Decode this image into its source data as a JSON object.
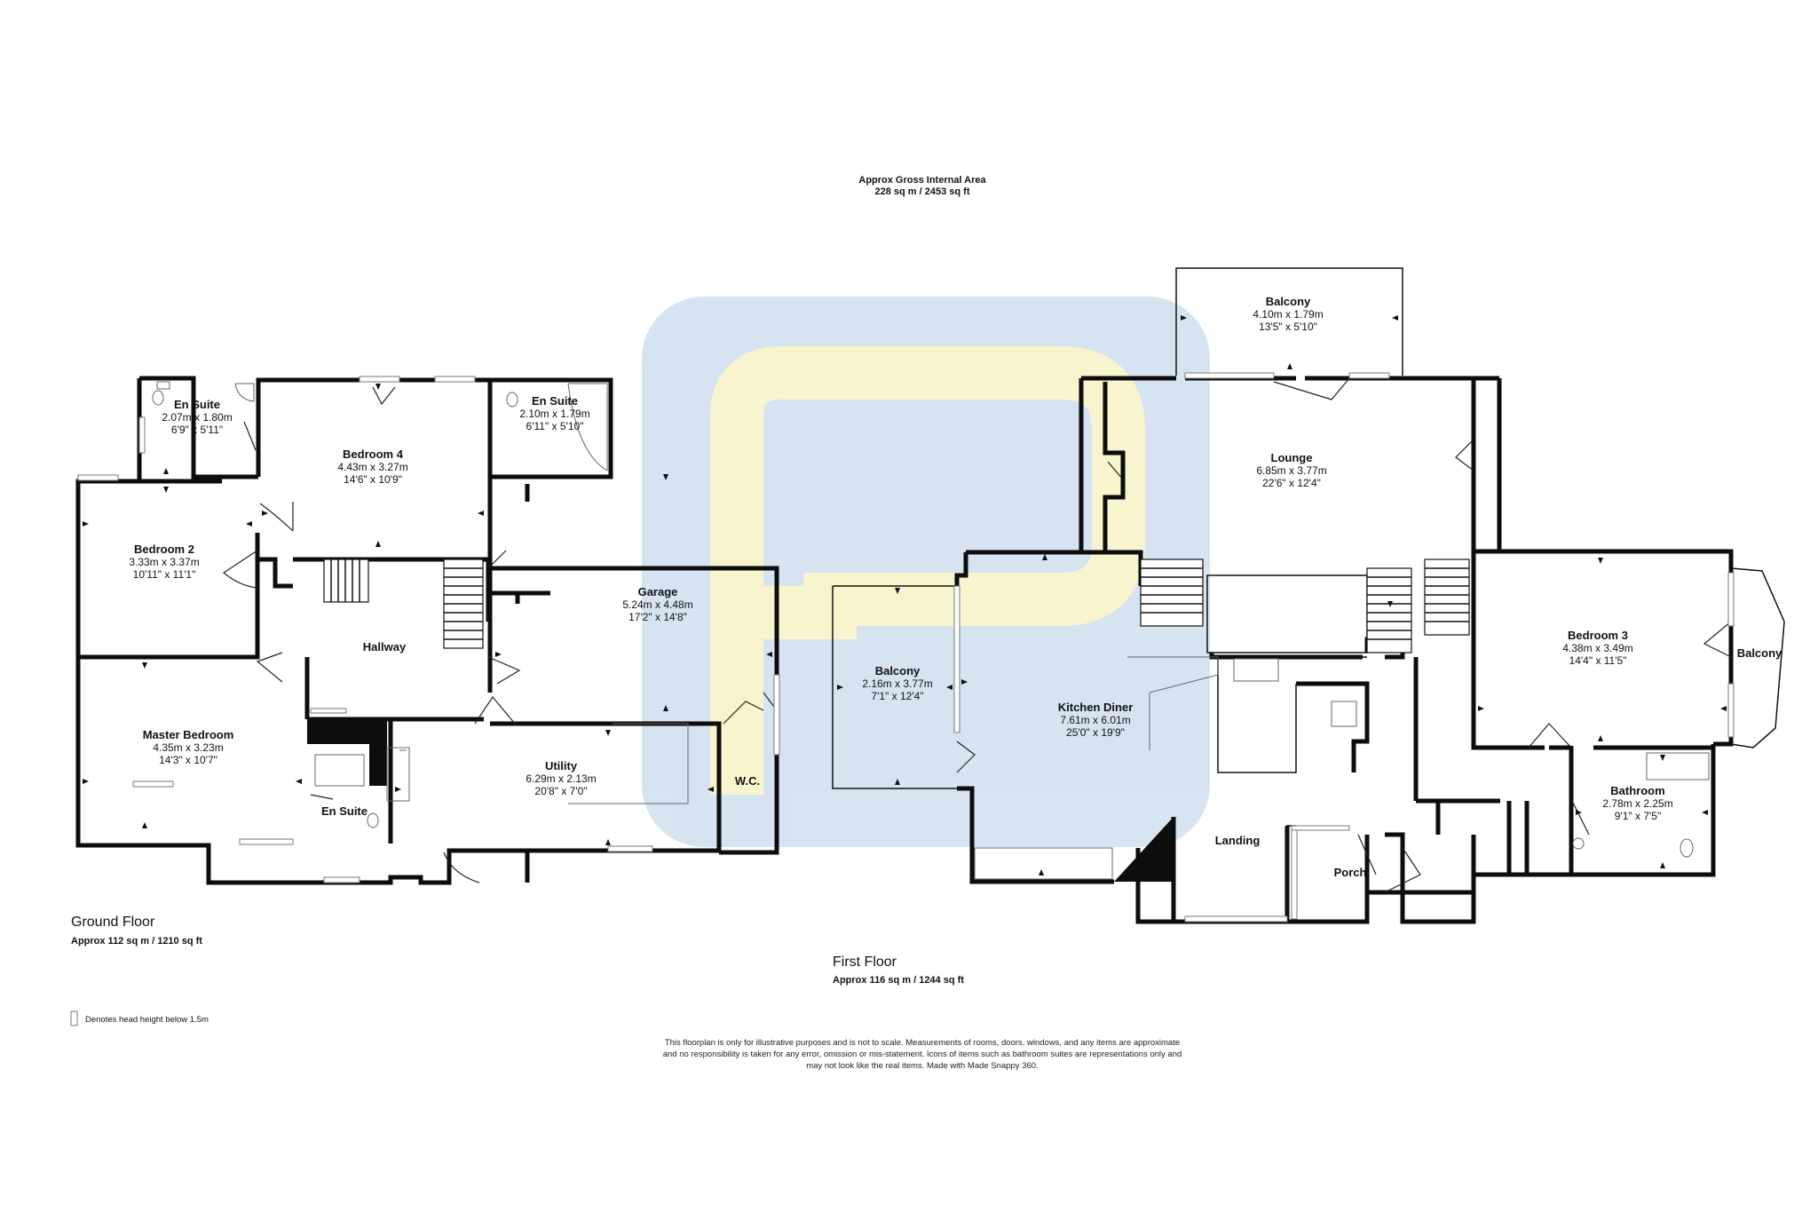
{
  "header": {
    "title": "Approx Gross Internal Area",
    "area": "228 sq m / 2453 sq ft"
  },
  "floors": [
    {
      "title": "Ground Floor",
      "area": "Approx 112 sq m / 1210 sq ft"
    },
    {
      "title": "First Floor",
      "area": "Approx 116 sq m / 1244 sq ft"
    }
  ],
  "rooms": {
    "ground": [
      {
        "name": "En Suite",
        "metric": "2.07m x 1.80m",
        "imperial": "6'9\" x 5'11\""
      },
      {
        "name": "Bedroom 4",
        "metric": "4.43m x 3.27m",
        "imperial": "14'6\" x 10'9\""
      },
      {
        "name": "En Suite",
        "metric": "2.10m x 1.79m",
        "imperial": "6'11\" x 5'10\""
      },
      {
        "name": "Bedroom 2",
        "metric": "3.33m x 3.37m",
        "imperial": "10'11\" x 11'1\""
      },
      {
        "name": "Garage",
        "metric": "5.24m x 4.48m",
        "imperial": "17'2\" x 14'8\""
      },
      {
        "name": "Hallway",
        "metric": "",
        "imperial": ""
      },
      {
        "name": "Master Bedroom",
        "metric": "4.35m x 3.23m",
        "imperial": "14'3\" x 10'7\""
      },
      {
        "name": "Utility",
        "metric": "6.29m x 2.13m",
        "imperial": "20'8\" x 7'0\""
      },
      {
        "name": "En Suite",
        "metric": "",
        "imperial": ""
      },
      {
        "name": "W.C.",
        "metric": "",
        "imperial": ""
      }
    ],
    "first": [
      {
        "name": "Balcony",
        "metric": "4.10m x 1.79m",
        "imperial": "13'5\" x 5'10\""
      },
      {
        "name": "Lounge",
        "metric": "6.85m x 3.77m",
        "imperial": "22'6\" x 12'4\""
      },
      {
        "name": "Balcony",
        "metric": "2.16m x 3.77m",
        "imperial": "7'1\" x 12'4\""
      },
      {
        "name": "Kitchen Diner",
        "metric": "7.61m x 6.01m",
        "imperial": "25'0\" x 19'9\""
      },
      {
        "name": "Bedroom 3",
        "metric": "4.38m x 3.49m",
        "imperial": "14'4\" x 11'5\""
      },
      {
        "name": "Balcony",
        "metric": "",
        "imperial": ""
      },
      {
        "name": "Bathroom",
        "metric": "2.78m x 2.25m",
        "imperial": "9'1\" x 7'5\""
      },
      {
        "name": "Landing",
        "metric": "",
        "imperial": ""
      },
      {
        "name": "Porch",
        "metric": "",
        "imperial": ""
      }
    ]
  },
  "legend": {
    "text": "Denotes head height below 1.5m"
  },
  "disclaimer": [
    "This floorplan is only for illustrative purposes and is not to scale. Measurements of rooms, doors, windows, and any items are approximate",
    "and no responsibility is taken for any error, omission or mis-statement. Icons of items such as bathroom suites are representations only and",
    "may not look like the real items. Made with Made Snappy 360."
  ],
  "colors": {
    "watermark_blue": "#cfe0ef",
    "watermark_yellow": "#f7f3c6",
    "wall": "#0d0d0d"
  }
}
